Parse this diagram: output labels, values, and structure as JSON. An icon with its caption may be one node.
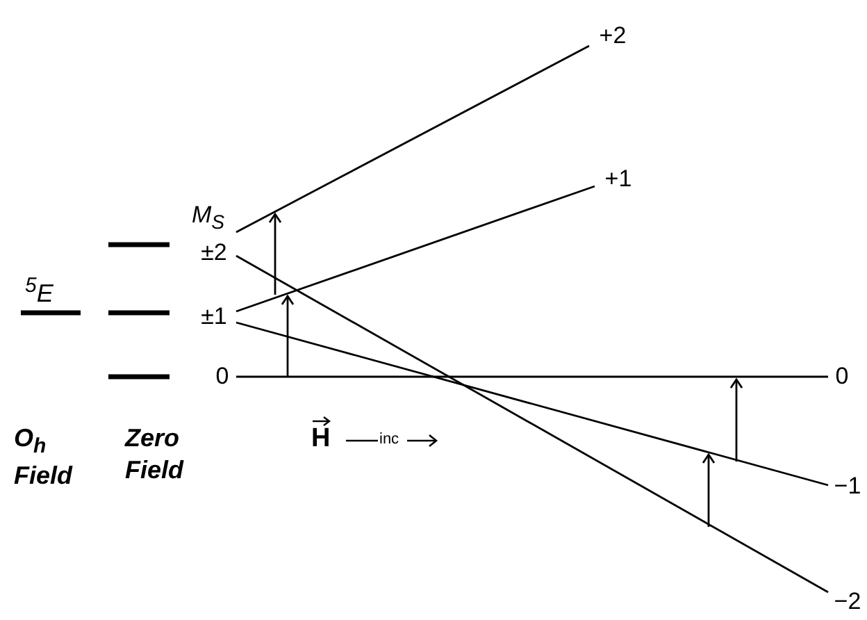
{
  "diagram": {
    "nodes": [
      {
        "text": [
          "±2"
        ]
      },
      {
        "text": [
          "±1"
        ]
      },
      {
        "text": [
          "0"
        ]
      },
      {
        "text": [
          "+2"
        ]
      },
      {
        "text": [
          "+1"
        ]
      },
      {
        "text": [
          "0"
        ]
      },
      {
        "text": [
          "−1"
        ]
      },
      {
        "text": [
          "−2"
        ]
      }
    ],
    "edges": [
      {
        "from": 0,
        "to": 3,
        "arrow": "none"
      },
      {
        "from": 0,
        "to": 7,
        "arrow": "none"
      },
      {
        "from": 1,
        "to": 4,
        "arrow": "none"
      },
      {
        "from": 1,
        "to": 6,
        "arrow": "none"
      },
      {
        "from": 2,
        "to": 5,
        "arrow": "none"
      }
    ],
    "labels": [
      "M$_{S}$",
      "$^{5}$E",
      "O$_{h}$ Field",
      "Zero Field",
      "H",
      "inc"
    ]
  }
}
